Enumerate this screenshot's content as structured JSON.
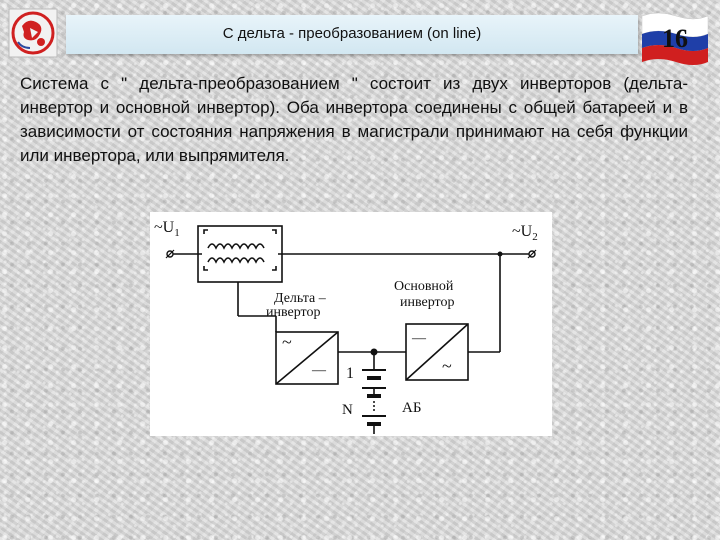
{
  "slide": {
    "title": "С дельта - преобразованием (on line)",
    "page_number": "16",
    "body_text": "Система с \" дельта-преобразованием \" состоит из двух инверторов (дельта-инвертор и основной инвертор). Оба инвертора соединены с общей батареей и в зависимости от состояния напряжения в магистрали принимают на себя функции или инвертора, или выпрямителя."
  },
  "diagram": {
    "input_label": "~U",
    "input_sub": "1",
    "output_label": "~U",
    "output_sub": "2",
    "delta_inverter_line1": "Дельта –",
    "delta_inverter_line2": "инвертор",
    "main_inverter_line1": "Основной",
    "main_inverter_line2": "инвертор",
    "tilde": "~",
    "dash": "—",
    "node_label": "1",
    "battery_n_label": "N",
    "battery_label": "АБ"
  },
  "colors": {
    "title_bar": "#dceef6",
    "flag_white": "#ffffff",
    "flag_blue": "#1f3fa8",
    "flag_red": "#d01f1f",
    "logo_red": "#d02020"
  },
  "icons": {
    "logo": "emblem-logo-icon",
    "flag": "russian-flag-icon"
  }
}
